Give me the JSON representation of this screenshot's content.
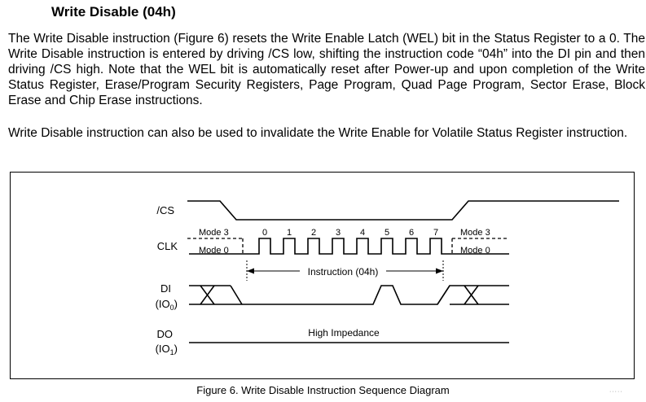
{
  "document": {
    "heading": "Write Disable (04h)",
    "paragraph1": "The Write Disable instruction (Figure 6) resets the Write Enable Latch (WEL) bit in the Status Register to a 0. The Write Disable instruction is entered by driving /CS low, shifting the instruction code “04h” into the DI pin and then driving /CS high. Note that the WEL bit is automatically reset after Power-up and upon completion of the Write Status Register, Erase/Program Security Registers, Page Program, Quad Page Program, Sector Erase, Block Erase and Chip Erase instructions.",
    "paragraph2": "Write Disable instruction can also be used to invalidate the Write Enable for Volatile Status Register instruction."
  },
  "diagram": {
    "signals": {
      "cs": "/CS",
      "clk": "CLK",
      "di_main": "DI",
      "di_sub_prefix": "(IO",
      "di_sub_index": "0",
      "di_sub_suffix": ")",
      "do_main": "DO",
      "do_sub_prefix": "(IO",
      "do_sub_index": "1",
      "do_sub_suffix": ")"
    },
    "mode_labels": {
      "mode3_left": "Mode 3",
      "mode0_left": "Mode 0",
      "mode3_right": "Mode 3",
      "mode0_right": "Mode 0"
    },
    "clock_numbers": [
      "0",
      "1",
      "2",
      "3",
      "4",
      "5",
      "6",
      "7"
    ],
    "instruction_label": "Instruction (04h)",
    "high_impedance_label": "High Impedance"
  },
  "caption": "Figure 6. Write Disable Instruction Sequence Diagram",
  "watermark": "·····"
}
